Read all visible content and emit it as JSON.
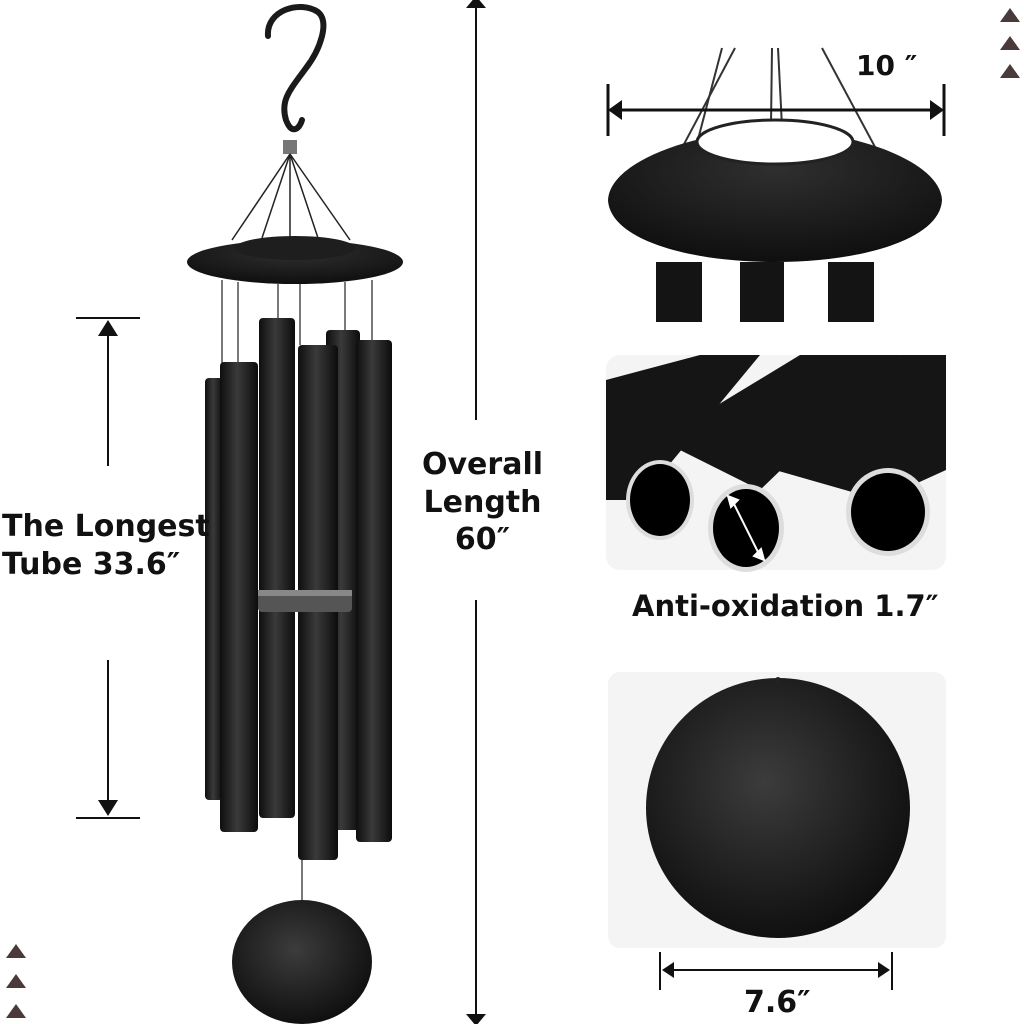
{
  "labels": {
    "longest_tube": "The Longest\nTube 33.6″",
    "overall_length": "Overall\nLength\n60″",
    "top_width": "10 ″",
    "anti_oxidation": "Anti-oxidation 1.7″",
    "sail_width": "7.6″"
  },
  "colors": {
    "chime_black": "#1b1b1b",
    "dimension_line": "#111111",
    "panel_bg": "#f4f4f4",
    "ornament": "#4a3a3a"
  },
  "icons": {
    "hook": "s-hook-icon",
    "ornament": "triangle-stack-icon"
  }
}
